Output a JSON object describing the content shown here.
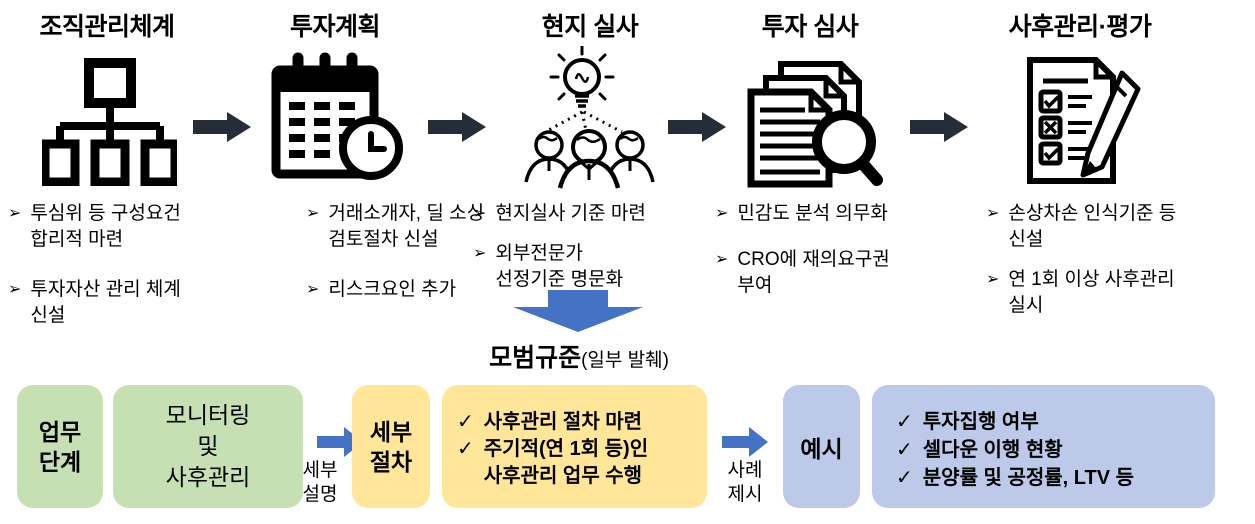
{
  "colors": {
    "step_arrow": "#252d38",
    "flow_arrow": "#4472c4",
    "stage_box_green": "#c6e0b4",
    "detail_box_yellow": "#ffe699",
    "example_box_blue": "#bcc9e8"
  },
  "bullet_marker": "➢",
  "check_marker": "✓",
  "steps": [
    {
      "title": "조직관리체계",
      "icon": "org-chart-icon",
      "bullets": [
        "투심위 등 구성요건\n합리적 마련",
        "투자자산 관리 체계\n신설"
      ]
    },
    {
      "title": "투자계획",
      "icon": "calendar-clock-icon",
      "bullets": [
        "거래소개자, 딜 소싱\n검토절차 신설",
        "리스크요인 추가"
      ]
    },
    {
      "title": "현지 실사",
      "icon": "team-idea-icon",
      "bullets": [
        "현지실사 기준 마련",
        "외부전문가\n선정기준 명문화"
      ]
    },
    {
      "title": "투자 심사",
      "icon": "document-review-icon",
      "bullets": [
        "민감도 분석 의무화",
        "CRO에 재의요구권\n부여"
      ]
    },
    {
      "title": "사후관리·평가",
      "icon": "checklist-pencil-icon",
      "bullets": [
        "손상차손 인식기준 등\n신설",
        "연 1회 이상 사후관리\n실시"
      ]
    }
  ],
  "section_title": {
    "main": "모범규준",
    "suffix": "(일부 발췌)"
  },
  "bottom_flow": {
    "stage_header": "업무\n단계",
    "stage_value": "모니터링\n및\n사후관리",
    "arrow1_label": "세부\n설명",
    "detail_header": "세부\n절차",
    "detail_items": [
      "사후관리 절차 마련",
      "주기적(연 1회 등)인\n사후관리 업무 수행"
    ],
    "arrow2_label": "사례\n제시",
    "example_header": "예시",
    "example_items": [
      "투자집행 여부",
      "셀다운 이행 현황",
      "분양률 및 공정률, LTV 등"
    ]
  }
}
